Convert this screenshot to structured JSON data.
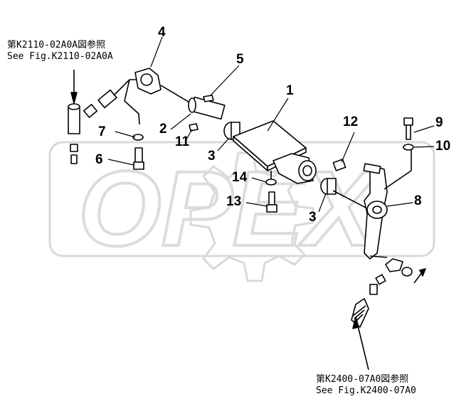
{
  "watermark": {
    "text": "OPEX",
    "color": "#dcdcdc"
  },
  "references": {
    "top_left": {
      "line1": "第K2110-02A0A図参照",
      "line2": "See Fig.K2110-02A0A"
    },
    "bottom_right": {
      "line1": "第K2400-07A0図参照",
      "line2": "See Fig.K2400-07A0"
    }
  },
  "callouts": {
    "c1": "1",
    "c2": "2",
    "c3a": "3",
    "c3b": "3",
    "c4": "4",
    "c5": "5",
    "c6": "6",
    "c7": "7",
    "c8": "8",
    "c9": "9",
    "c10": "10",
    "c11": "11",
    "c12": "12",
    "c13": "13",
    "c14": "14"
  }
}
